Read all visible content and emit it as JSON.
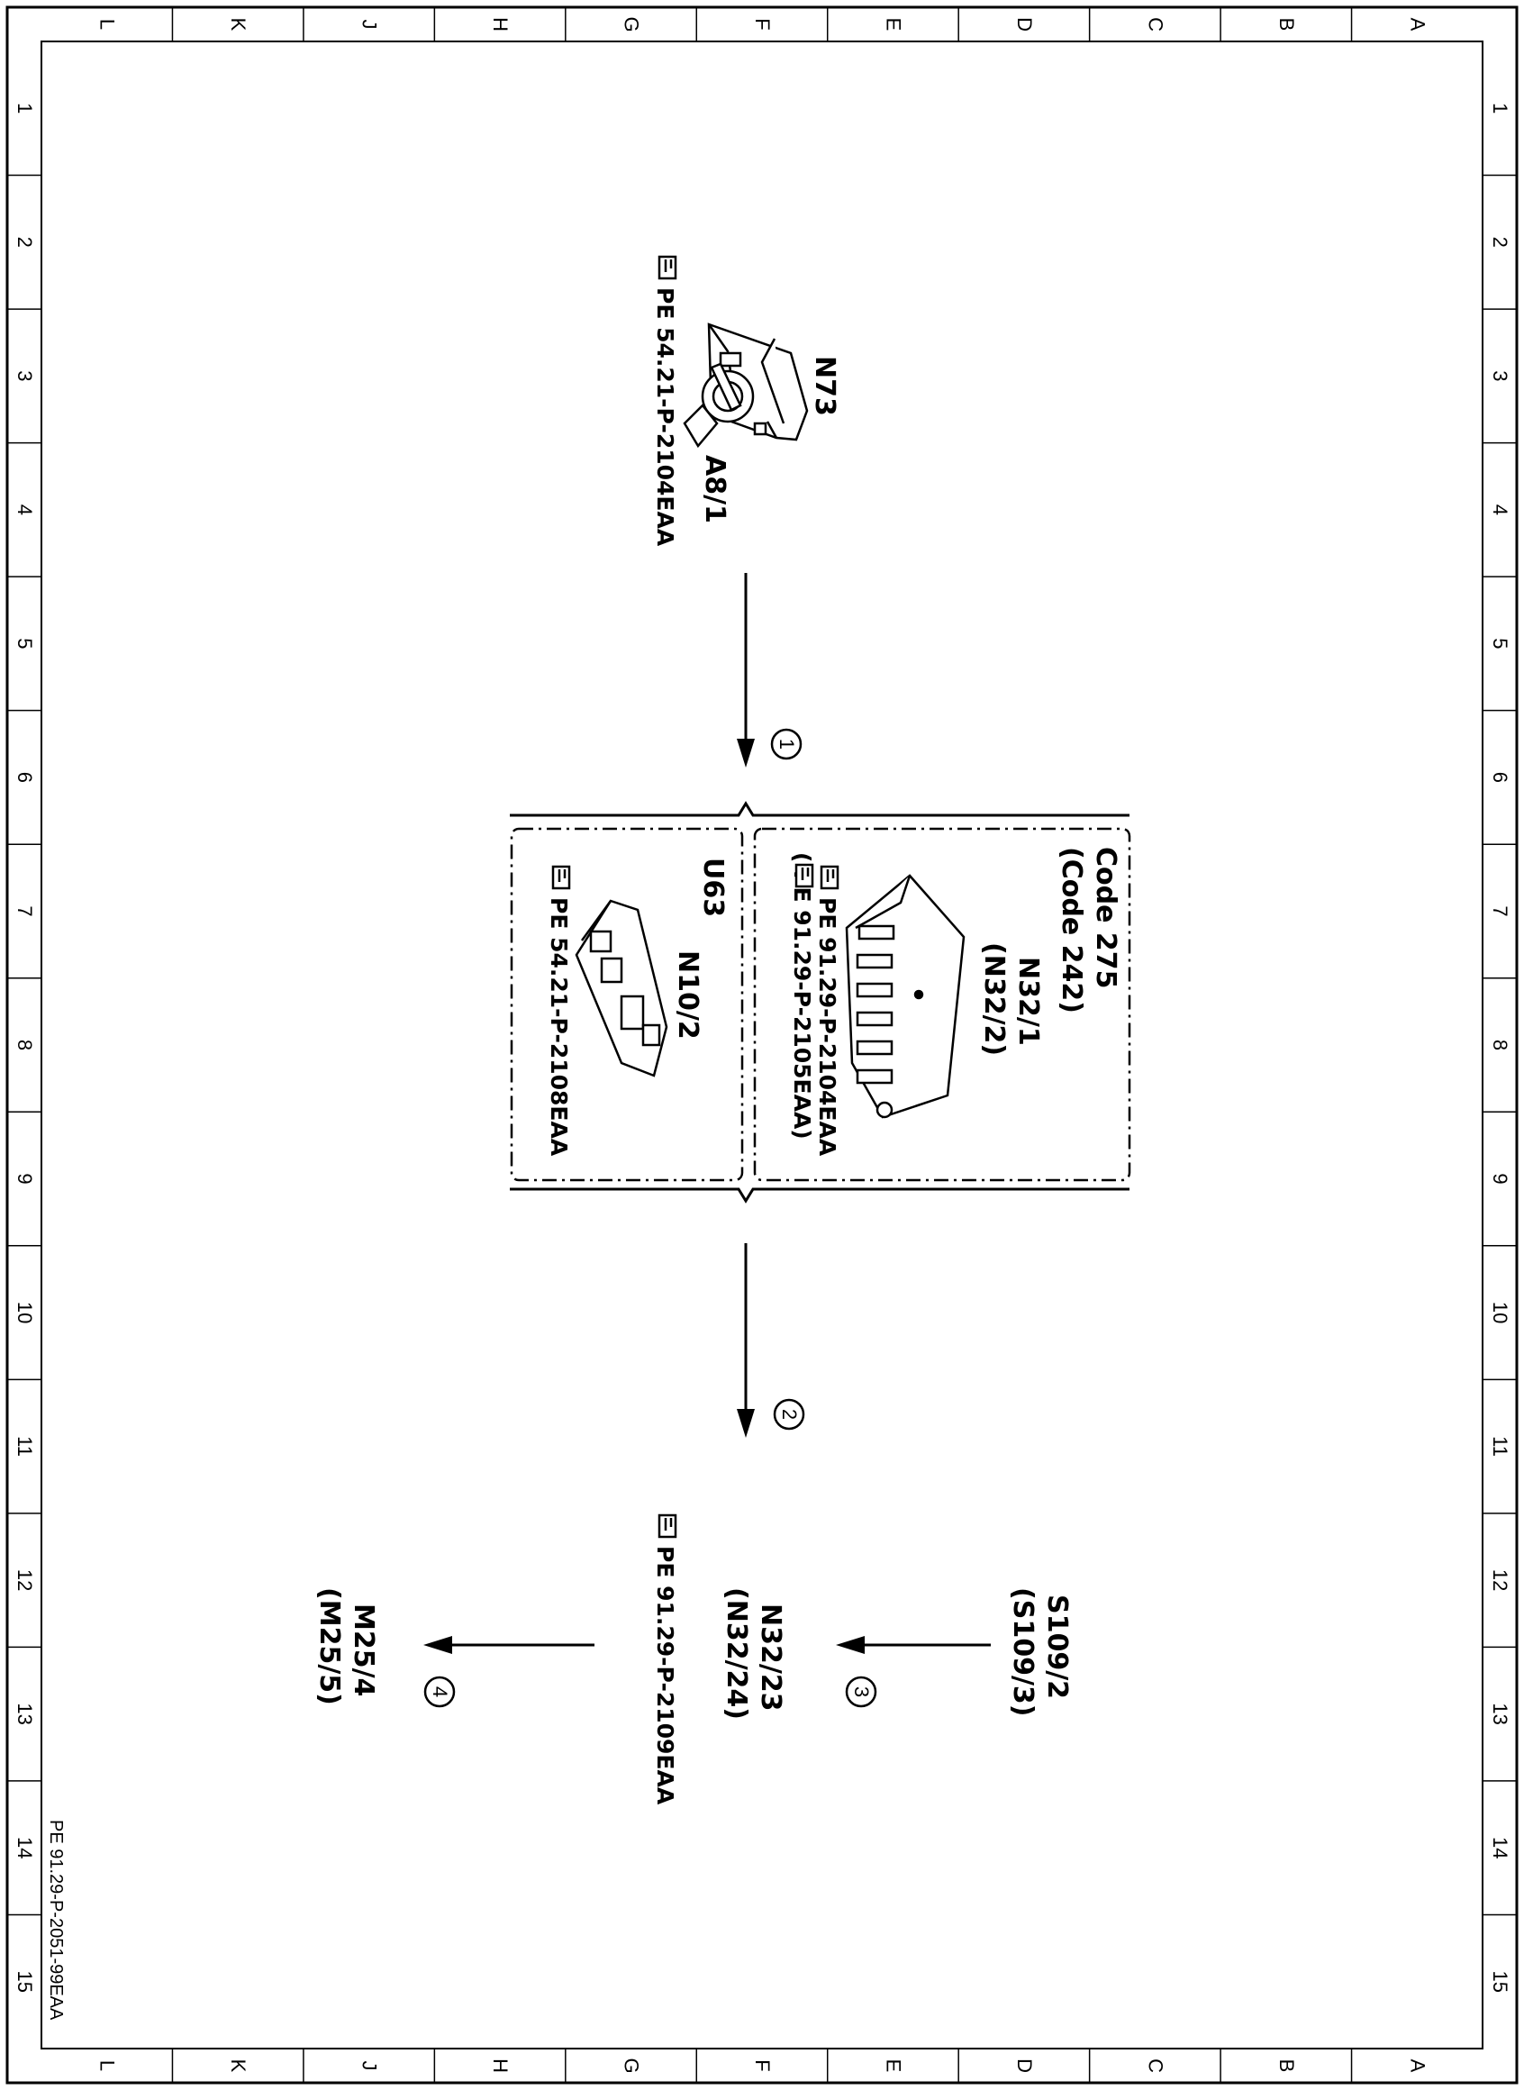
{
  "grid": {
    "columns": [
      "L",
      "K",
      "J",
      "H",
      "G",
      "F",
      "E",
      "D",
      "C",
      "B",
      "A"
    ],
    "rows": [
      "1",
      "2",
      "3",
      "4",
      "5",
      "6",
      "7",
      "8",
      "9",
      "10",
      "11",
      "12",
      "13",
      "14",
      "15"
    ]
  },
  "components": {
    "ignition": {
      "ref": "PE 54.21-P-2104EAA",
      "name": "A8/1",
      "alt": "N73"
    },
    "modules": {
      "code_1": "Code 275",
      "code_2": "(Code 242)",
      "n32_1": "N32/1",
      "n32_2": "(N32/2)",
      "ref_1": "PE 91.29-P-2104EAA",
      "ref_2": "(   PE 91.29-P-2105EAA)",
      "u63": "U63",
      "n10_2": "N10/2",
      "ref_3": "PE 54.21-P-2108EAA"
    },
    "seat": {
      "s109_2": "S109/2",
      "s109_3": "(S109/3)",
      "n32_23": "N32/23",
      "n32_24": "(N32/24)",
      "ref": "PE 91.29-P-2109EAA",
      "m25_4": "M25/4",
      "m25_5": "(M25/5)"
    }
  },
  "steps": [
    "1",
    "2",
    "3",
    "4"
  ],
  "document_ref": "PE 91.29-P-2051-99EAA"
}
